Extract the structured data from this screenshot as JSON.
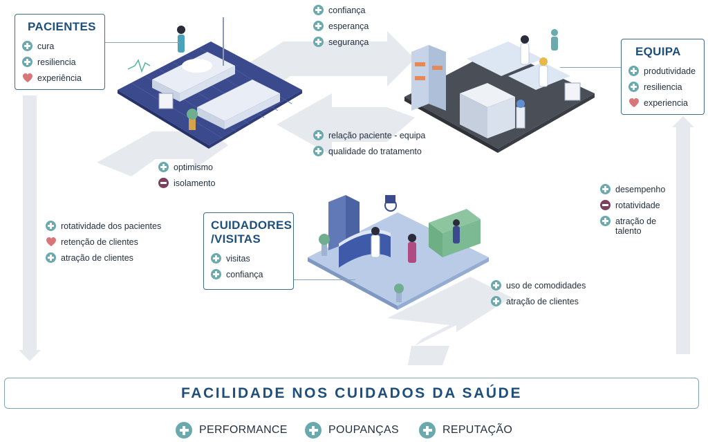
{
  "colors": {
    "accent": "#1e4f7c",
    "plus_icon": "#6aa9ad",
    "minus_icon": "#7a4160",
    "heart_icon": "#d9767a",
    "flow_arrow": "#e6e9ed",
    "box_border": "#3d6b8c"
  },
  "pacientes": {
    "title": "PACIENTES",
    "items": [
      {
        "icon": "plus-icon",
        "label": "cura"
      },
      {
        "icon": "plus-icon",
        "label": "resiliencia"
      },
      {
        "icon": "heart-icon",
        "label": "experiência"
      }
    ]
  },
  "equipa": {
    "title": "EQUIPA",
    "items": [
      {
        "icon": "plus-icon",
        "label": "produtividade"
      },
      {
        "icon": "plus-icon",
        "label": "resiliencia"
      },
      {
        "icon": "heart-icon",
        "label": "experiencia"
      }
    ]
  },
  "cuidadores": {
    "title_line1": "CUIDADORES",
    "title_line2": "/VISITAS",
    "items": [
      {
        "icon": "plus-icon",
        "label": "visitas"
      },
      {
        "icon": "plus-icon",
        "label": "confiança"
      }
    ]
  },
  "top_list": [
    {
      "icon": "plus-icon",
      "label": "confiança"
    },
    {
      "icon": "plus-icon",
      "label": "esperança"
    },
    {
      "icon": "plus-icon",
      "label": "segurança"
    }
  ],
  "middle_list": [
    {
      "icon": "plus-icon",
      "label": "relação paciente - equipa"
    },
    {
      "icon": "plus-icon",
      "label": "qualidade do tratamento"
    }
  ],
  "center_left_list": [
    {
      "icon": "plus-icon",
      "label": "optimismo"
    },
    {
      "icon": "minus-icon",
      "label": "isolamento"
    }
  ],
  "left_list": [
    {
      "icon": "plus-icon",
      "label": "rotatividade dos pacientes"
    },
    {
      "icon": "heart-icon",
      "label": "retenção de clientes"
    },
    {
      "icon": "plus-icon",
      "label": "atração de clientes"
    }
  ],
  "right_list": [
    {
      "icon": "plus-icon",
      "label": "desempenho"
    },
    {
      "icon": "minus-icon",
      "label": "rotatividade"
    },
    {
      "icon": "plus-icon",
      "label": "atração de talento"
    }
  ],
  "bottom_center_list": [
    {
      "icon": "plus-icon",
      "label": "uso de comodidades"
    },
    {
      "icon": "plus-icon",
      "label": "atração de clientes"
    }
  ],
  "banner": "FACILIDADE NOS CUIDADOS DA SAÚDE",
  "footer": [
    {
      "icon": "plus-icon",
      "label": "PERFORMANCE"
    },
    {
      "icon": "plus-icon",
      "label": "POUPANÇAS"
    },
    {
      "icon": "plus-icon",
      "label": "REPUTAÇÃO"
    }
  ]
}
